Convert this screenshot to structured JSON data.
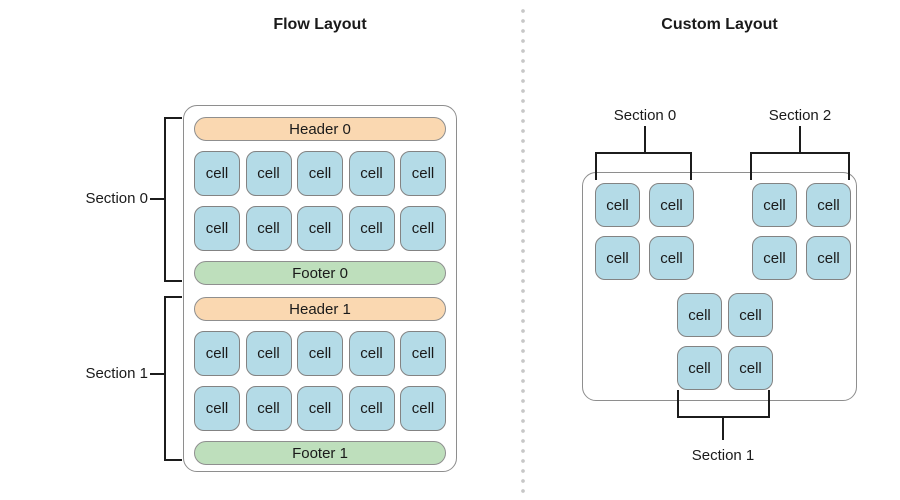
{
  "titles": {
    "left": "Flow Layout",
    "right": "Custom Layout"
  },
  "flow": {
    "section0": {
      "label": "Section 0",
      "header": "Header 0",
      "footer": "Footer 0"
    },
    "section1": {
      "label": "Section 1",
      "header": "Header 1",
      "footer": "Footer 1"
    }
  },
  "custom": {
    "section0_label": "Section 0",
    "section1_label": "Section 1",
    "section2_label": "Section 2"
  },
  "cell_label": "cell",
  "colors": {
    "header-fill": "#FAD8B1",
    "footer-fill": "#BEDFBC",
    "cell-fill": "#B4DBE7",
    "cell-border": "#838383",
    "bar-border": "#8f8f8f",
    "frame": "#8e8e8e",
    "line": "#1c1c1c",
    "divider-dot": "#c7c7c7"
  }
}
